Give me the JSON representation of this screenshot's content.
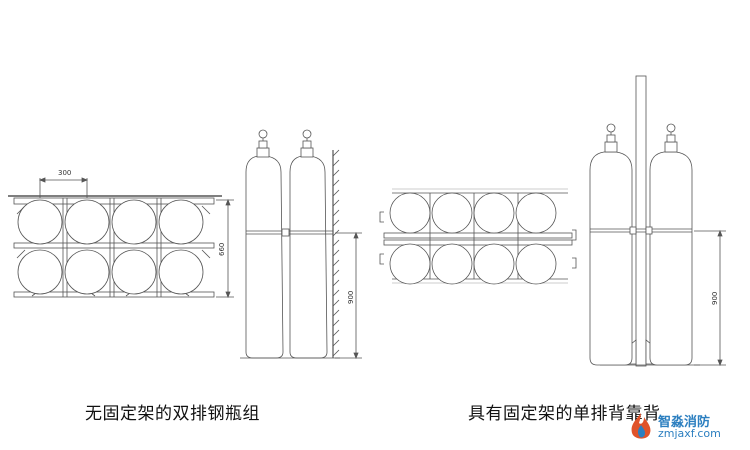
{
  "captions": {
    "left": "无固定架的双排钢瓶组",
    "right": "具有固定架的单排背靠背"
  },
  "dimensions": {
    "spacing_label": "300",
    "rack_height_label": "660",
    "left_side_height_label": "900",
    "right_side_height_label": "900"
  },
  "watermark": {
    "brand": "智淼消防",
    "domain": "zmjaxf.com",
    "logo_icon": "flame-logo-icon",
    "color": "#2c7fc0"
  },
  "colors": {
    "line": "#555555",
    "background": "#ffffff"
  }
}
